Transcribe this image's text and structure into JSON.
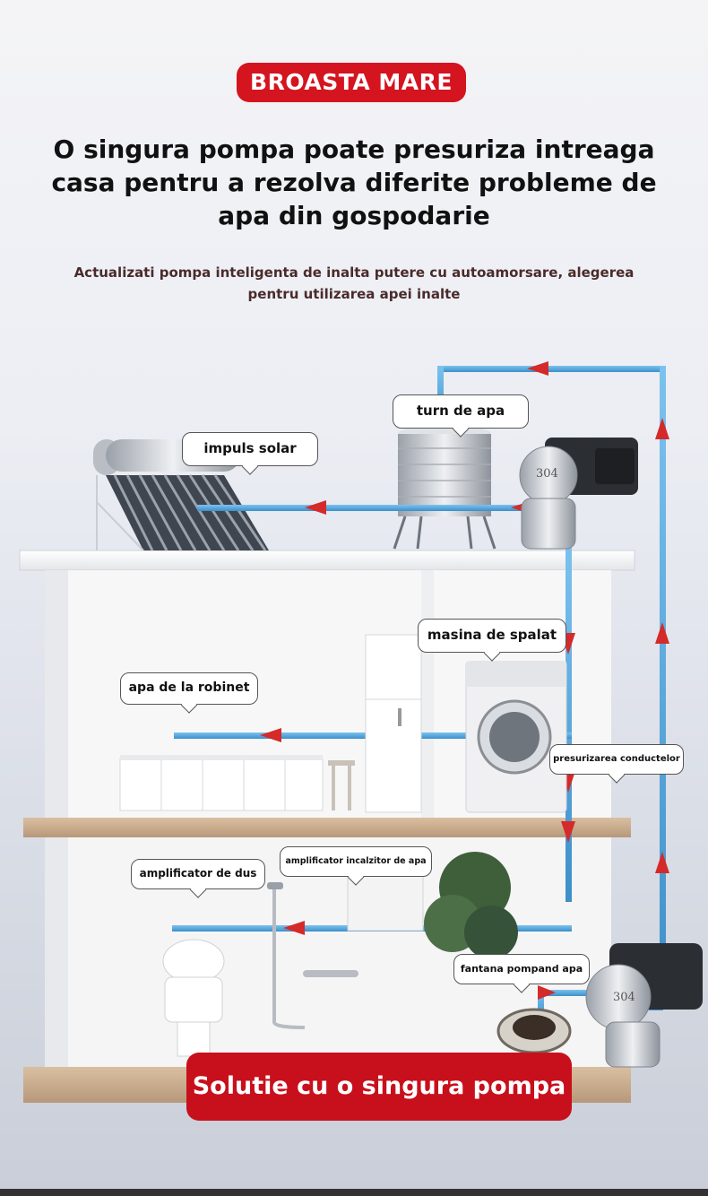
{
  "badge": "BROASTA MARE",
  "headline": "O singura pompa poate presuriza intreaga casa pentru a rezolva diferite probleme de apa din gospodarie",
  "subline": "Actualizati pompa inteligenta de inalta putere cu autoamorsare, alegerea pentru utilizarea apei inalte",
  "callouts": {
    "water_tower": "turn de apa",
    "solar": "impuls solar",
    "washing_machine": "masina de spalat",
    "faucet": "apa de la robinet",
    "pipe_pressure": "presurizarea conductelor",
    "shower": "amplificator de dus",
    "water_heater": "amplificator incalzitor de apa",
    "well": "fantana pompand apa"
  },
  "pump_label": "304",
  "banner": "Solutie cu o singura pompa",
  "colors": {
    "brand_red": "#d4141f",
    "pipe_blue": "#4a9fd6",
    "flow_arrow_red": "#d42a2a"
  }
}
